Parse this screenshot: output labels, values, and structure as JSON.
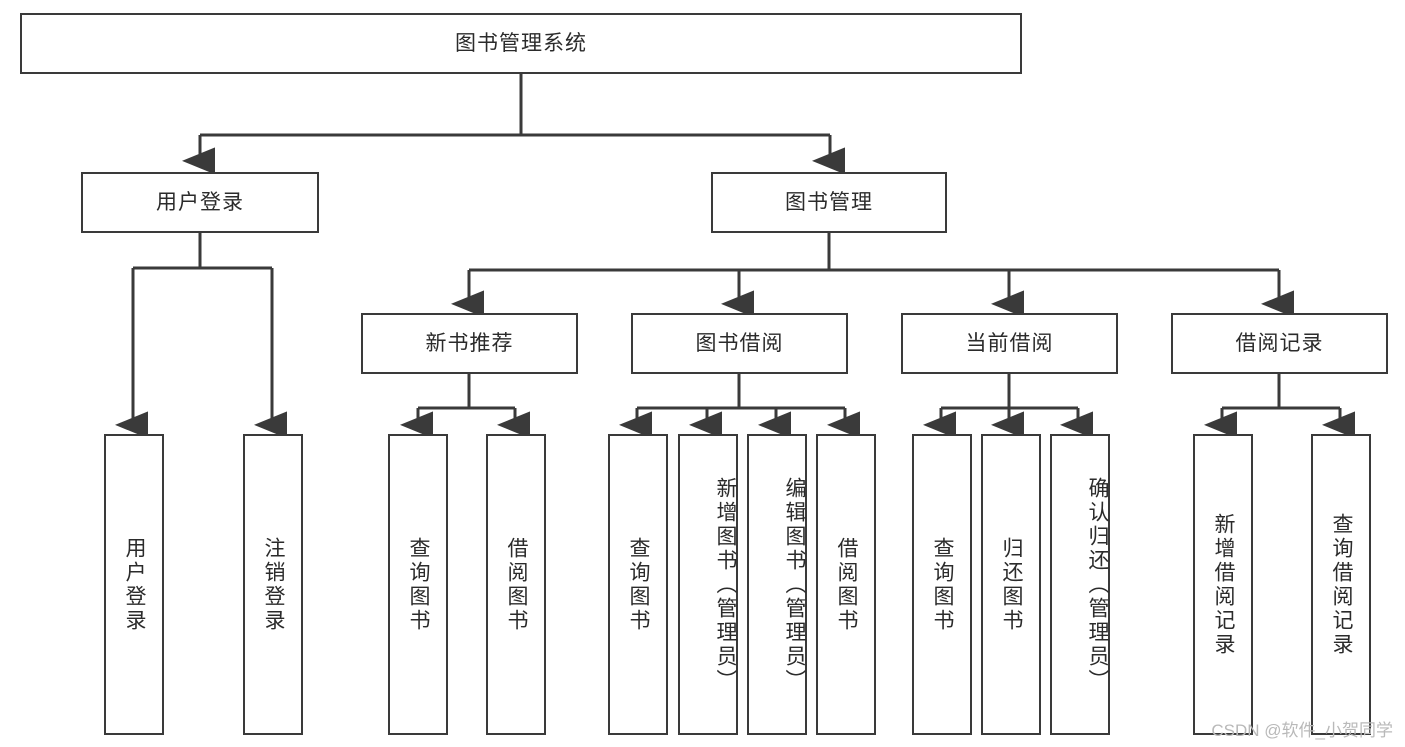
{
  "diagram": {
    "title": "图书管理系统",
    "type": "tree-hierarchy-functional-structure",
    "watermark": "CSDN @软件_小贺同学",
    "colors": {
      "box_border": "#3a3a3a",
      "box_fill": "#ffffff",
      "edge": "#3a3a3a",
      "text": "#2b2b2b",
      "watermark": "#b9b9b9",
      "background": "#ffffff"
    },
    "nodes": {
      "root": {
        "label": "图书管理系统"
      },
      "level2": [
        {
          "id": "user-login",
          "label": "用户登录"
        },
        {
          "id": "book-manage",
          "label": "图书管理"
        }
      ],
      "level3": [
        {
          "id": "new-book-recommend",
          "label": "新书推荐"
        },
        {
          "id": "book-borrow",
          "label": "图书借阅"
        },
        {
          "id": "current-borrow",
          "label": "当前借阅"
        },
        {
          "id": "borrow-record",
          "label": "借阅记录"
        }
      ],
      "leaves": {
        "user_login": [
          {
            "id": "leaf-user-login",
            "label": "用户登录"
          },
          {
            "id": "leaf-logout",
            "label": "注销登录"
          }
        ],
        "new_book_recommend": [
          {
            "id": "leaf-query-book-1",
            "label": "查询图书"
          },
          {
            "id": "leaf-borrow-book-1",
            "label": "借阅图书"
          }
        ],
        "book_borrow": [
          {
            "id": "leaf-query-book-2",
            "label": "查询图书"
          },
          {
            "id": "leaf-add-book",
            "label": "新增图书（管理员）"
          },
          {
            "id": "leaf-edit-book",
            "label": "编辑图书（管理员）"
          },
          {
            "id": "leaf-borrow-book-2",
            "label": "借阅图书"
          }
        ],
        "current_borrow": [
          {
            "id": "leaf-query-book-3",
            "label": "查询图书"
          },
          {
            "id": "leaf-return-book",
            "label": "归还图书"
          },
          {
            "id": "leaf-confirm-return",
            "label": "确认归还（管理员）"
          }
        ],
        "borrow_record": [
          {
            "id": "leaf-add-record",
            "label": "新增借阅记录"
          },
          {
            "id": "leaf-query-record",
            "label": "查询借阅记录"
          }
        ]
      }
    }
  }
}
